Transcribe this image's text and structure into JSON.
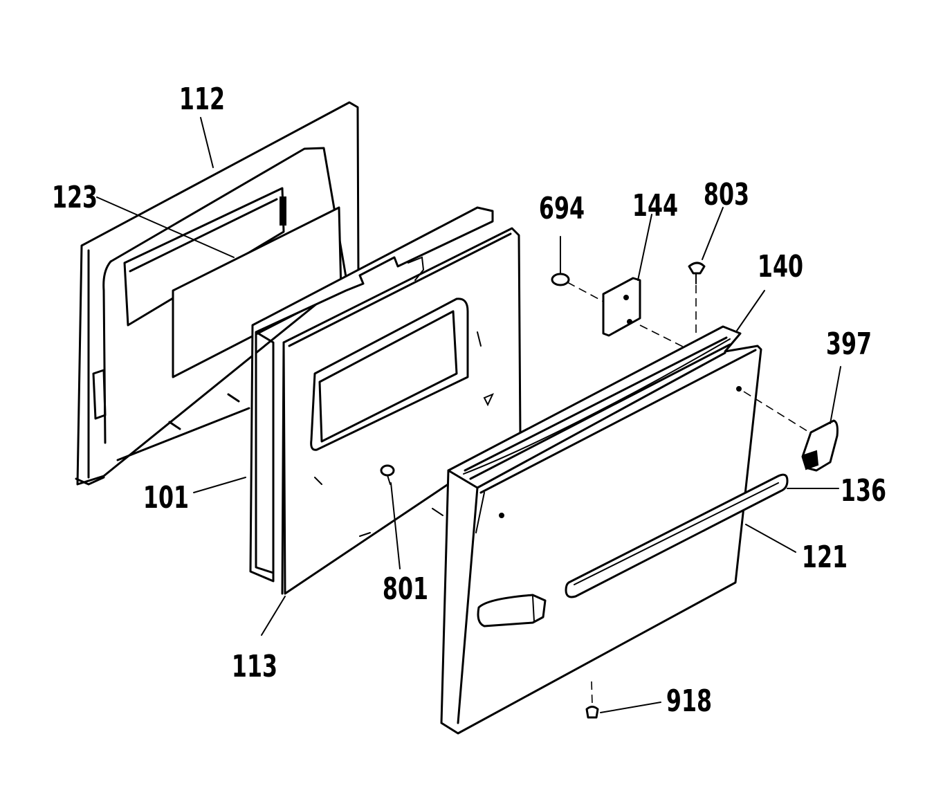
{
  "diagram": {
    "part_labels": [
      "112",
      "123",
      "101",
      "113",
      "801",
      "694",
      "144",
      "803",
      "140",
      "397",
      "136",
      "121",
      "918"
    ]
  },
  "colors": {
    "ink": "#000000",
    "paper": "#ffffff"
  }
}
